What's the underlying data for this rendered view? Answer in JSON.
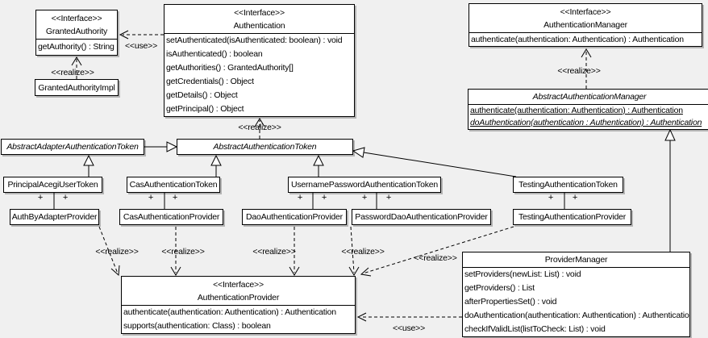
{
  "labels": {
    "realize": "<<realize>>",
    "use": "<<use>>",
    "plus": "+"
  },
  "colors": {
    "background": "#f0f0f0",
    "box_fill": "#ffffff",
    "line": "#000000"
  },
  "classes": {
    "granted_authority": {
      "stereotype": "<<Interface>>",
      "name": "GrantedAuthority",
      "methods": [
        "getAuthority() : String"
      ]
    },
    "granted_authority_impl": {
      "name": "GrantedAuthorityImpl"
    },
    "authentication": {
      "stereotype": "<<Interface>>",
      "name": "Authentication",
      "methods": [
        "setAuthenticated(isAuthenticated: boolean) : void",
        "isAuthenticated() : boolean",
        "getAuthorities() : GrantedAuthority[]",
        "getCredentials() : Object",
        "getDetails() : Object",
        "getPrincipal() : Object"
      ]
    },
    "authentication_manager": {
      "stereotype": "<<Interface>>",
      "name": "AuthenticationManager",
      "methods": [
        "authenticate(authentication: Authentication) : Authentication"
      ]
    },
    "abstract_authentication_manager": {
      "name": "AbstractAuthenticationManager",
      "methods": [
        "authenticate(authentication: Authentication) : Authentication",
        "doAuthentication(authentication : Authentication) : Authentication"
      ]
    },
    "abstract_adapter_authentication_token": {
      "name": "AbstractAdapterAuthenticationToken"
    },
    "abstract_authentication_token": {
      "name": "AbstractAuthenticationToken"
    },
    "principal_acegi_user_token": {
      "name": "PrincipalAcegiUserToken"
    },
    "cas_authentication_token": {
      "name": "CasAuthenticationToken"
    },
    "username_password_authentication_token": {
      "name": "UsernamePasswordAuthenticationToken"
    },
    "testing_authentication_token": {
      "name": "TestingAuthenticationToken"
    },
    "auth_by_adapter_provider": {
      "name": "AuthByAdapterProvider"
    },
    "cas_authentication_provider": {
      "name": "CasAuthenticationProvider"
    },
    "dao_authentication_provider": {
      "name": "DaoAuthenticationProvider"
    },
    "password_dao_authentication_provider": {
      "name": "PasswordDaoAuthenticationProvider"
    },
    "testing_authentication_provider": {
      "name": "TestingAuthenticationProvider"
    },
    "authentication_provider": {
      "stereotype": "<<Interface>>",
      "name": "AuthenticationProvider",
      "methods": [
        "authenticate(authentication: Authentication) : Authentication",
        "supports(authentication: Class) : boolean"
      ]
    },
    "provider_manager": {
      "name": "ProviderManager",
      "methods": [
        "setProviders(newList: List) : void",
        "getProviders() : List",
        "afterPropertiesSet() : void",
        "doAuthentication(authentication: Authentication) : Authentication",
        "checkIfValidList(listToCheck: List) : void"
      ]
    }
  }
}
